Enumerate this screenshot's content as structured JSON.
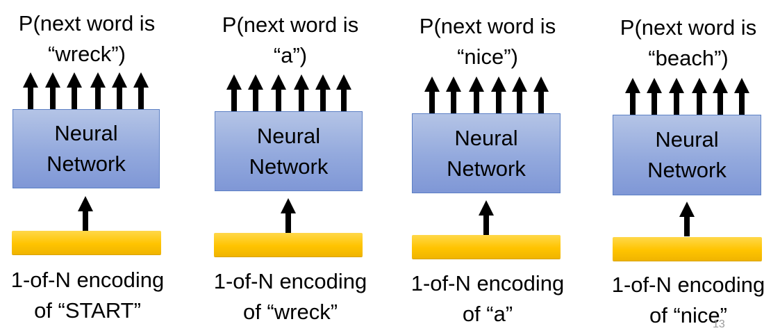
{
  "panels": [
    {
      "output_line1": "P(next word is",
      "output_line2": "“wreck”)",
      "network_line1": "Neural",
      "network_line2": "Network",
      "input_line1": "1-of-N encoding",
      "input_line2": "of “START”"
    },
    {
      "output_line1": "P(next word is",
      "output_line2": "“a”)",
      "network_line1": "Neural",
      "network_line2": "Network",
      "input_line1": "1-of-N encoding",
      "input_line2": "of “wreck”"
    },
    {
      "output_line1": "P(next word is",
      "output_line2": "“nice”)",
      "network_line1": "Neural",
      "network_line2": "Network",
      "input_line1": "1-of-N encoding",
      "input_line2": "of “a”"
    },
    {
      "output_line1": "P(next word is",
      "output_line2": "“beach”)",
      "network_line1": "Neural",
      "network_line2": "Network",
      "input_line1": "1-of-N encoding",
      "input_line2": "of “nice”"
    }
  ],
  "slide_number": "13",
  "colors": {
    "network_fill": "#93a9dd",
    "network_border": "#5b7fc4",
    "encoding_bar": "#ffc400",
    "arrow": "#000000"
  }
}
